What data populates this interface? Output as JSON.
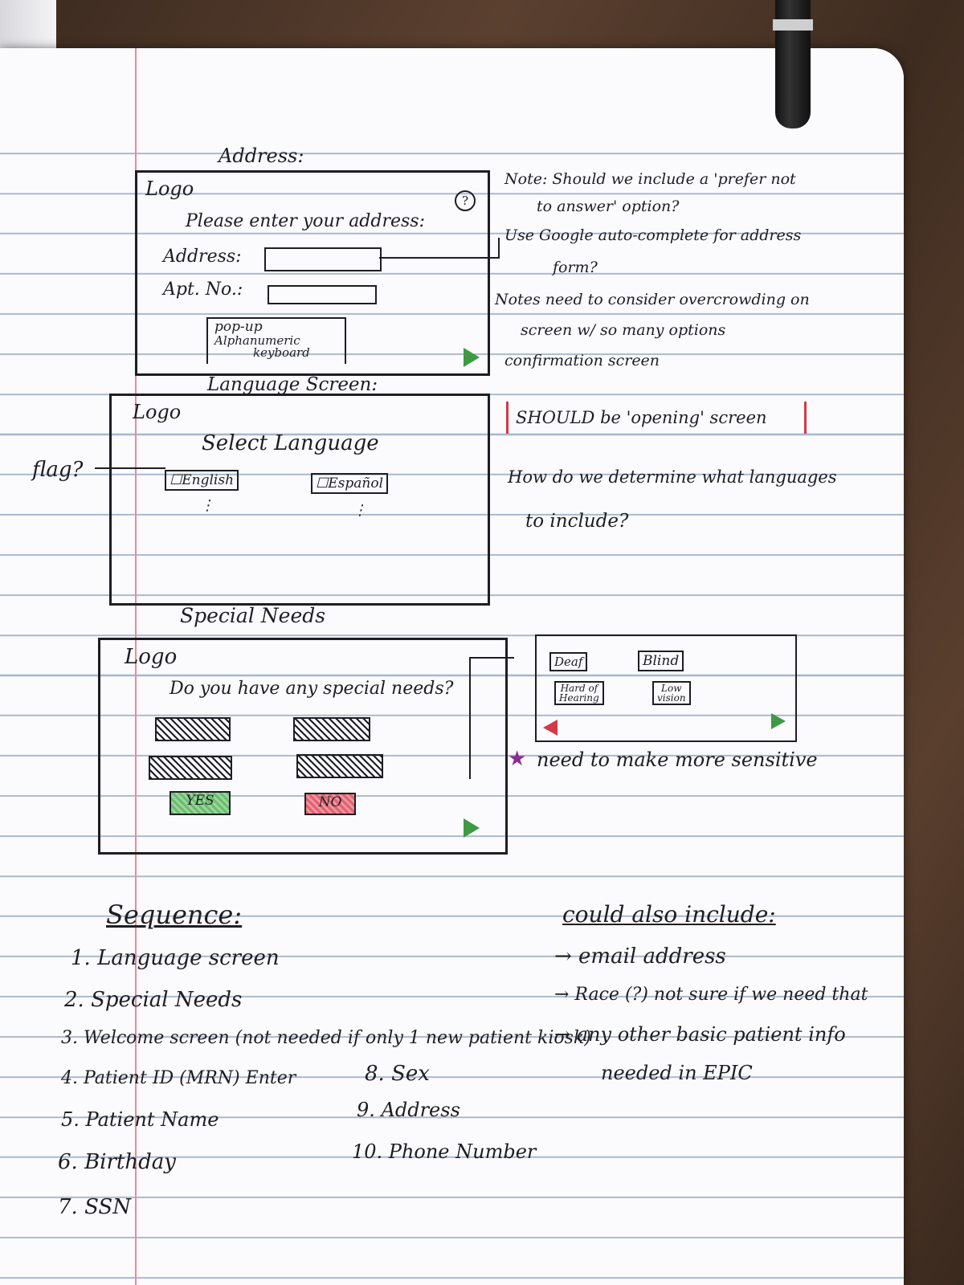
{
  "address_section": {
    "heading": "Address:",
    "logo": "Logo",
    "help_icon": "?",
    "prompt": "Please enter your address:",
    "address_label": "Address:",
    "apt_label": "Apt. No.:",
    "popup_line1": "pop-up",
    "popup_line2": "Alphanumeric",
    "popup_line3": "keyboard"
  },
  "address_notes": {
    "note1_line1": "Note: Should we include a 'prefer not",
    "note1_line2": "to answer' option?",
    "note2_line1": "Use Google auto-complete for address",
    "note2_line2": "form?",
    "note3_line1": "Notes need to consider overcrowding on",
    "note3_line2": "screen w/ so many options",
    "note4": "confirmation screen"
  },
  "language_section": {
    "heading": "Language Screen:",
    "logo": "Logo",
    "title": "Select Language",
    "option_english": "English",
    "option_espanol": "Español",
    "flag_note": "flag?"
  },
  "language_notes": {
    "opening": "SHOULD be 'opening' screen",
    "question_line1": "How do we determine what languages",
    "question_line2": "to include?"
  },
  "special_needs_section": {
    "heading": "Special Needs",
    "logo": "Logo",
    "question": "Do you have any special needs?",
    "yes": "YES",
    "no": "NO"
  },
  "special_needs_popup": {
    "deaf": "Deaf",
    "blind": "Blind",
    "hard_of_hearing_line1": "Hard of",
    "hard_of_hearing_line2": "Hearing",
    "low_vision_line1": "Low",
    "low_vision_line2": "vision"
  },
  "special_needs_note": "need to make more sensitive",
  "sequence": {
    "heading": "Sequence:",
    "items": [
      "1. Language screen",
      "2. Special Needs",
      "3. Welcome screen (not needed if only 1 new patient kiosk)",
      "4. Patient ID (MRN) Enter",
      "5. Patient Name",
      "6. Birthday",
      "7. SSN",
      "8. Sex",
      "9. Address",
      "10. Phone Number"
    ]
  },
  "could_also": {
    "heading": "could also include:",
    "items": [
      "→ email address",
      "→ Race (?) not sure if we need that",
      "→ any other basic patient info",
      "needed in EPIC"
    ]
  },
  "colors": {
    "ink": "#1d1d24",
    "green": "#3e9a45",
    "red": "#d2394a",
    "purple": "#8a2c8f"
  }
}
